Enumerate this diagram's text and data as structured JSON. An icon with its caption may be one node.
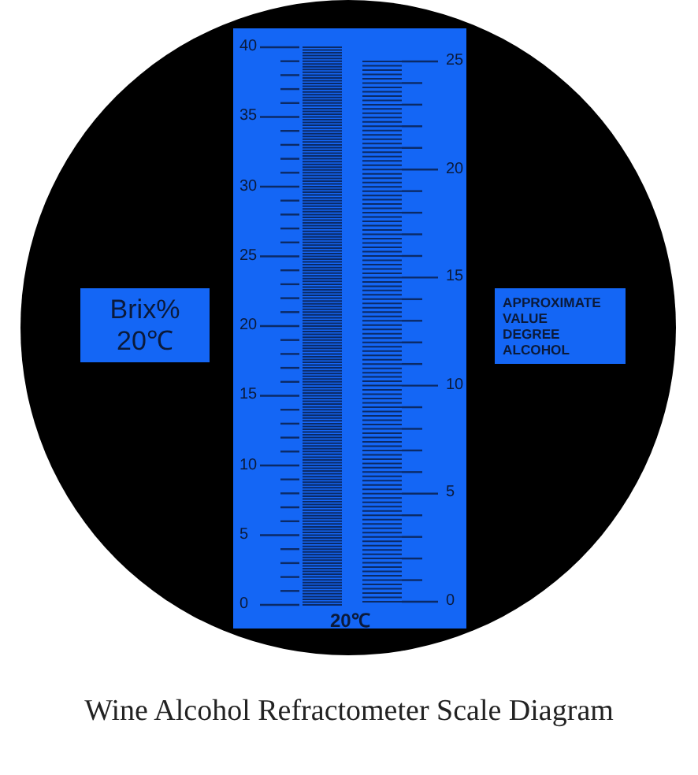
{
  "diagram": {
    "caption": "Wine Alcohol Refractometer Scale Diagram",
    "nodes": [
      {
        "text": [
          "Brix% 20℃"
        ]
      },
      {
        "text": [
          "APPROXIMATE VALUE DEGREE ALCOHOL"
        ]
      }
    ],
    "labels": [
      "40",
      "35",
      "30",
      "25",
      "20",
      "15",
      "10",
      "5",
      "0",
      "25",
      "20",
      "15",
      "10",
      "5",
      "0",
      "20℃"
    ]
  }
}
